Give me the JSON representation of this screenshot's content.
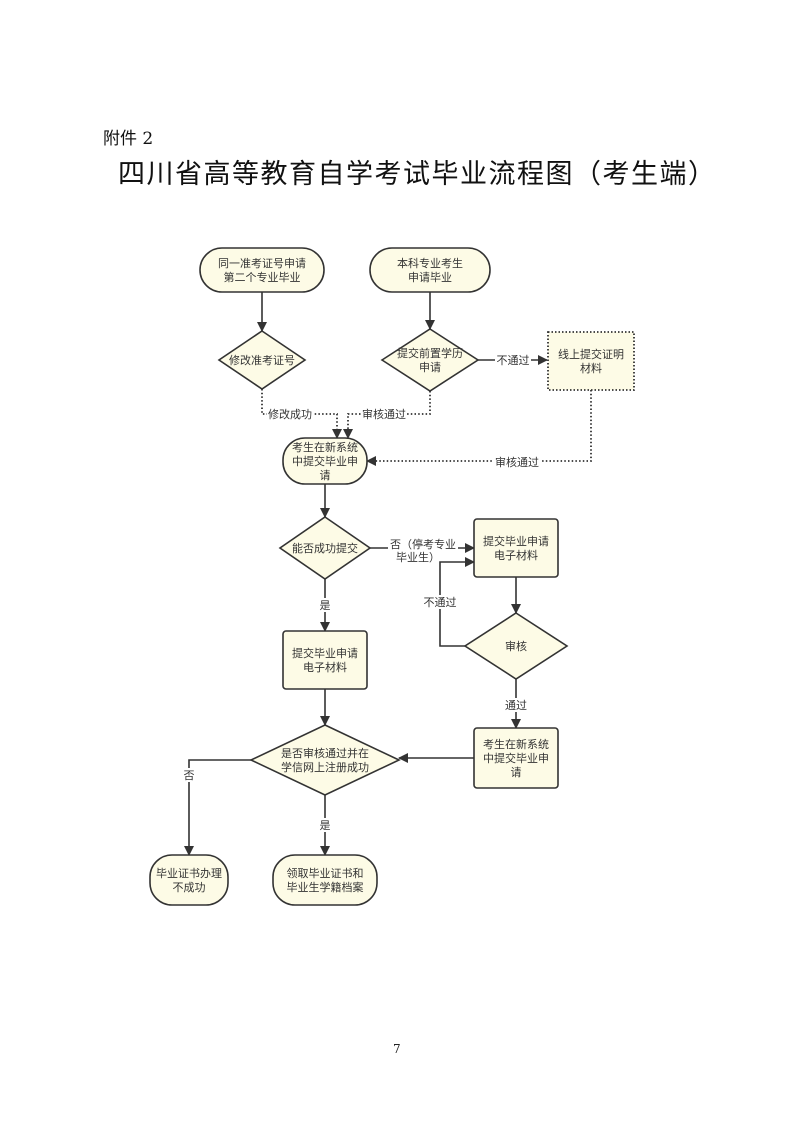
{
  "header": {
    "attachment_label": "附件 2",
    "title": "四川省高等教育自学考试毕业流程图（考生端）"
  },
  "footer": {
    "page_number": "7"
  },
  "colors": {
    "node_fill": "#fdfbe6",
    "stroke": "#333333",
    "text": "#333333"
  },
  "flowchart": {
    "nodes": [
      {
        "id": "same_id_second",
        "shape": "terminal",
        "lines": [
          "同一准考证号申请",
          "第二个专业毕业"
        ]
      },
      {
        "id": "bachelor_apply",
        "shape": "terminal",
        "lines": [
          "本科专业考生",
          "申请毕业"
        ]
      },
      {
        "id": "modify_id",
        "shape": "decision",
        "lines": [
          "修改准考证号"
        ]
      },
      {
        "id": "submit_prior_edu",
        "shape": "decision",
        "lines": [
          "提交前置学历",
          "申请"
        ]
      },
      {
        "id": "online_proof",
        "shape": "process-dotted",
        "lines": [
          "线上提交证明",
          "材料"
        ]
      },
      {
        "id": "submit_new_system_1",
        "shape": "terminal",
        "lines": [
          "考生在新系统",
          "中提交毕业申",
          "请"
        ]
      },
      {
        "id": "can_submit",
        "shape": "decision",
        "lines": [
          "能否成功提交"
        ]
      },
      {
        "id": "submit_materials_right",
        "shape": "process",
        "lines": [
          "提交毕业申请",
          "电子材料"
        ]
      },
      {
        "id": "review",
        "shape": "decision",
        "lines": [
          "审核"
        ]
      },
      {
        "id": "submit_materials_left",
        "shape": "process",
        "lines": [
          "提交毕业申请",
          "电子材料"
        ]
      },
      {
        "id": "submit_new_system_2",
        "shape": "process",
        "lines": [
          "考生在新系统",
          "中提交毕业申",
          "请"
        ]
      },
      {
        "id": "approved_registered",
        "shape": "decision",
        "lines": [
          "是否审核通过并在",
          "学信网上注册成功"
        ]
      },
      {
        "id": "fail",
        "shape": "terminal",
        "lines": [
          "毕业证书办理",
          "不成功"
        ]
      },
      {
        "id": "receive_cert",
        "shape": "terminal",
        "lines": [
          "领取毕业证书和",
          "毕业生学籍档案"
        ]
      }
    ],
    "edges": [
      {
        "from": "same_id_second",
        "to": "modify_id",
        "label": "",
        "style": "solid"
      },
      {
        "from": "bachelor_apply",
        "to": "submit_prior_edu",
        "label": "",
        "style": "solid"
      },
      {
        "from": "submit_prior_edu",
        "to": "online_proof",
        "label": "不通过",
        "style": "solid"
      },
      {
        "from": "modify_id",
        "to": "submit_new_system_1",
        "label": "修改成功",
        "style": "dotted"
      },
      {
        "from": "submit_prior_edu",
        "to": "submit_new_system_1",
        "label": "审核通过",
        "style": "dotted"
      },
      {
        "from": "online_proof",
        "to": "submit_new_system_1",
        "label": "审核通过",
        "style": "dotted"
      },
      {
        "from": "submit_new_system_1",
        "to": "can_submit",
        "label": "",
        "style": "solid"
      },
      {
        "from": "can_submit",
        "to": "submit_materials_right",
        "label": "否（停考专业毕业生）",
        "label_lines": [
          "否（停考专业",
          "毕业生）"
        ],
        "style": "solid"
      },
      {
        "from": "can_submit",
        "to": "submit_materials_left",
        "label": "是",
        "style": "solid"
      },
      {
        "from": "submit_materials_right",
        "to": "review",
        "label": "",
        "style": "solid"
      },
      {
        "from": "review",
        "to": "submit_materials_right",
        "label": "不通过",
        "style": "solid"
      },
      {
        "from": "review",
        "to": "submit_new_system_2",
        "label": "通过",
        "style": "solid"
      },
      {
        "from": "submit_new_system_2",
        "to": "approved_registered",
        "label": "",
        "style": "solid"
      },
      {
        "from": "submit_materials_left",
        "to": "approved_registered",
        "label": "",
        "style": "solid"
      },
      {
        "from": "approved_registered",
        "to": "fail",
        "label": "否",
        "style": "solid"
      },
      {
        "from": "approved_registered",
        "to": "receive_cert",
        "label": "是",
        "style": "solid"
      }
    ]
  }
}
